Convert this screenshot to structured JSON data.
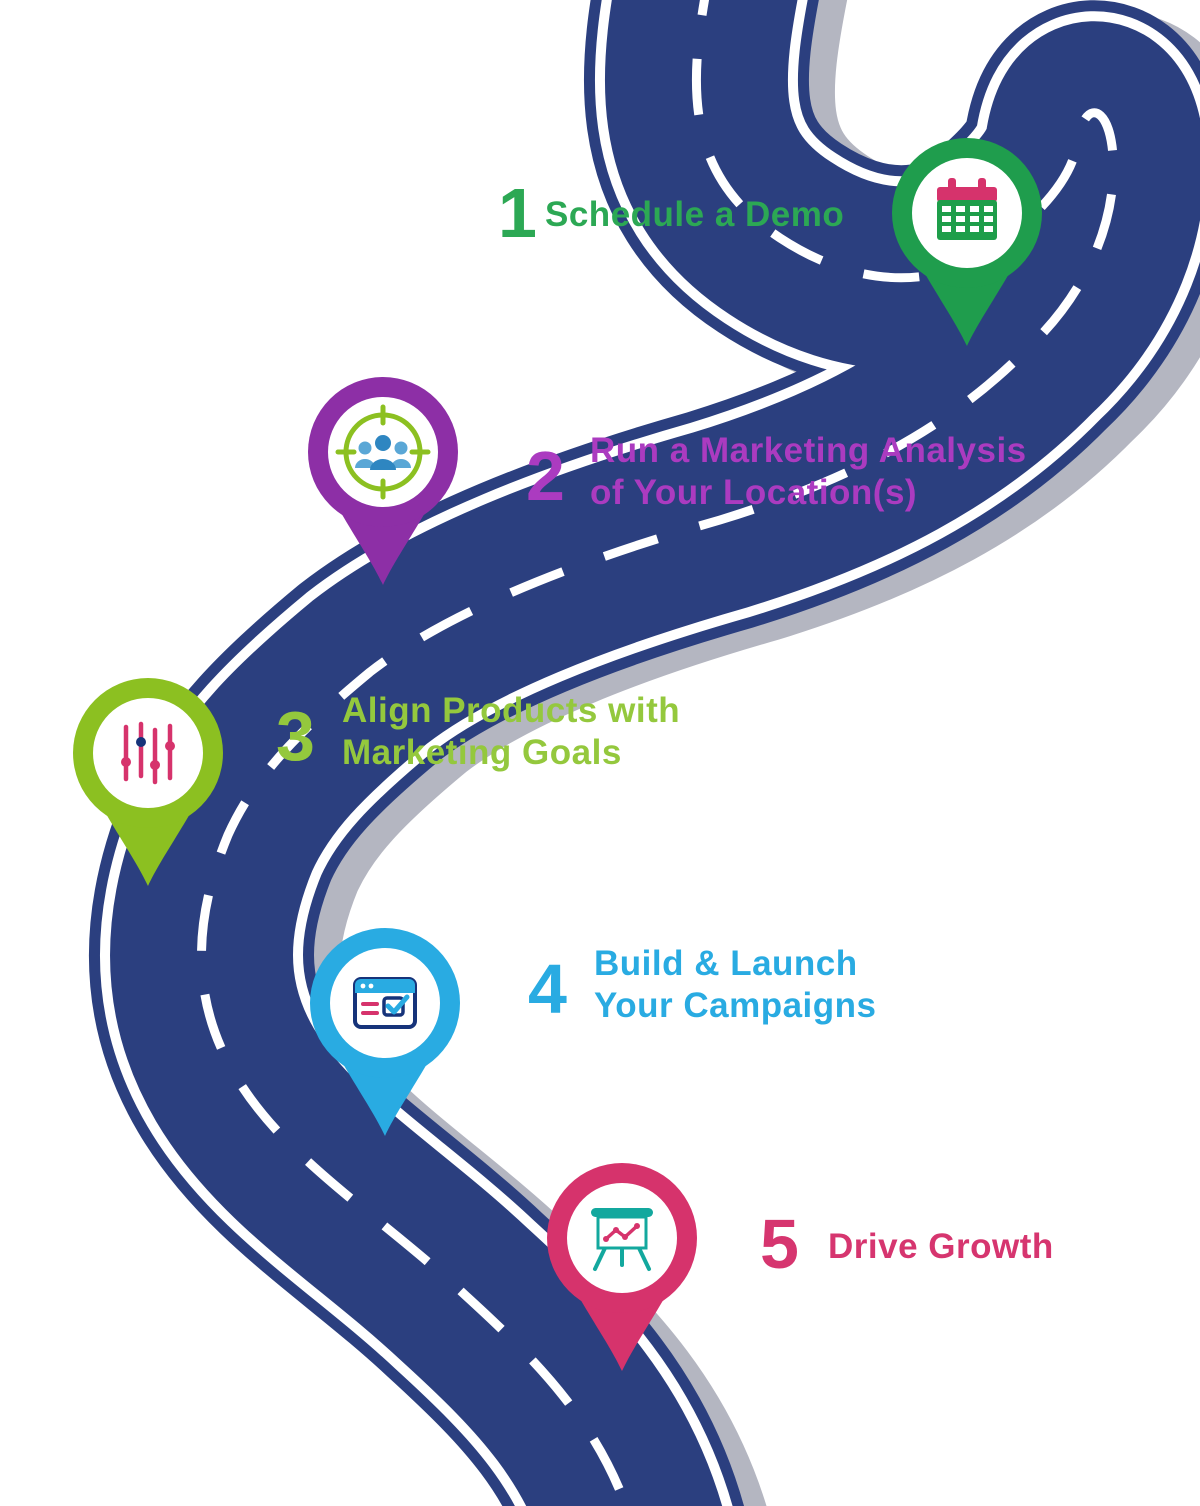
{
  "road": {
    "surface_color": "#2b3f7f",
    "lane_color": "#ffffff",
    "shadow_color": "#b4b6c1"
  },
  "steps": [
    {
      "number": "1",
      "title_line1": "Schedule a Demo",
      "title_line2": "",
      "pin_color": "#1f9d4d",
      "text_color": "#2ca854",
      "icon": "calendar-icon"
    },
    {
      "number": "2",
      "title_line1": "Run a Marketing Analysis",
      "title_line2": "of Your Location(s)",
      "pin_color": "#8d2fa6",
      "text_color": "#ab3bc0",
      "icon": "audience-target-icon"
    },
    {
      "number": "3",
      "title_line1": "Align Products with",
      "title_line2": "Marketing Goals",
      "pin_color": "#8cc021",
      "text_color": "#94c83d",
      "icon": "sliders-icon"
    },
    {
      "number": "4",
      "title_line1": "Build & Launch",
      "title_line2": "Your Campaigns",
      "pin_color": "#29abe2",
      "text_color": "#29abe2",
      "icon": "browser-checklist-icon"
    },
    {
      "number": "5",
      "title_line1": "Drive Growth",
      "title_line2": "",
      "pin_color": "#d6336c",
      "text_color": "#d6356f",
      "icon": "growth-chart-icon"
    }
  ]
}
